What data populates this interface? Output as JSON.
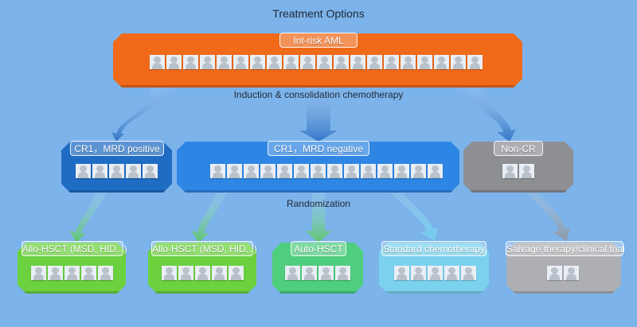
{
  "title": "Treatment Options",
  "top": {
    "label": "Int-risk AML",
    "count": 20,
    "color": "#f06a1a"
  },
  "step1": "Induction & consolidation chemotherapy",
  "mid": [
    {
      "label": "CR1，MRD positive",
      "count": 5,
      "color": "#1f6cc4"
    },
    {
      "label": "CR1，MRD negative",
      "count": 14,
      "color": "#2e86e4"
    },
    {
      "label": "Non-CR",
      "count": 2,
      "color": "#8d8f93"
    }
  ],
  "step2": "Randomization",
  "bottom": [
    {
      "label": "Allo-HSCT (MSD, HID...)",
      "count": 5,
      "color": "#6bd13e"
    },
    {
      "label": "Allo-HSCT (MSD, HID...)",
      "count": 5,
      "color": "#6bd13e"
    },
    {
      "label": "Auto-HSCT",
      "count": 4,
      "color": "#4fce7e"
    },
    {
      "label": "Standard chemotherapy",
      "count": 5,
      "color": "#7bd2ee"
    },
    {
      "label": "Salvage therapy/clinical trial",
      "count": 2,
      "color": "#adafb3"
    }
  ]
}
